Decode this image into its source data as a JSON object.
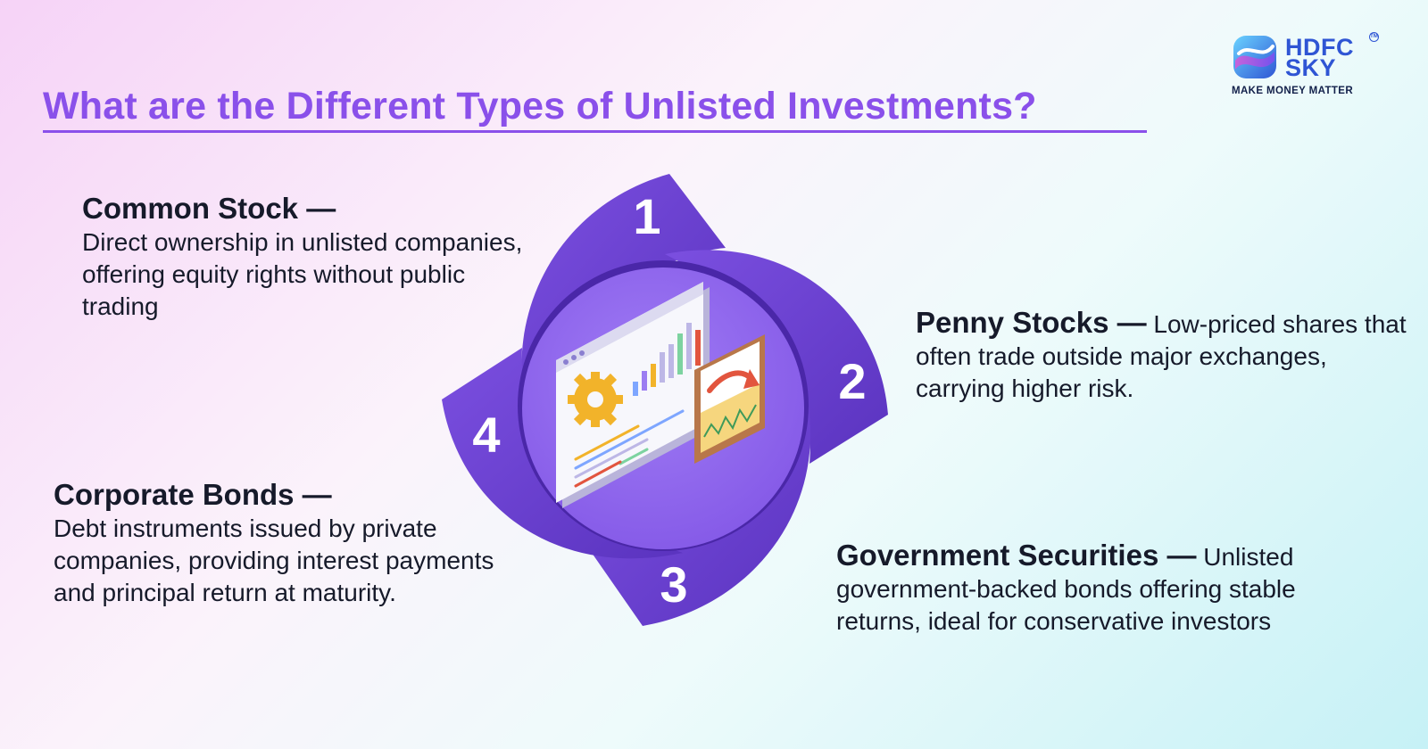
{
  "brand": {
    "line1": "HDFC",
    "line2": "SKY",
    "trademark": "TM",
    "tagline": "MAKE MONEY MATTER"
  },
  "title": "What are the Different Types of Unlisted Investments?",
  "diagram": {
    "numbers": [
      "1",
      "2",
      "3",
      "4"
    ]
  },
  "items": [
    {
      "heading": "Common Stock —",
      "text": "Direct ownership in unlisted companies, offering equity rights without public trading"
    },
    {
      "heading": "Penny Stocks —",
      "text": "Low-priced shares that often trade outside major exchanges, carrying higher risk."
    },
    {
      "heading": "Government Securities —",
      "text": "Unlisted government-backed bonds offering stable returns, ideal for conservative investors"
    },
    {
      "heading": "Corporate Bonds —",
      "text": "Debt instruments issued by private companies, providing interest payments and principal return at maturity."
    }
  ],
  "colors": {
    "title": "#8a50ea",
    "petal": "#6a3fd1",
    "petal_dark": "#4a27a8",
    "center": "#8f63ee",
    "brand": "#2f55d4",
    "text": "#161a2a"
  }
}
